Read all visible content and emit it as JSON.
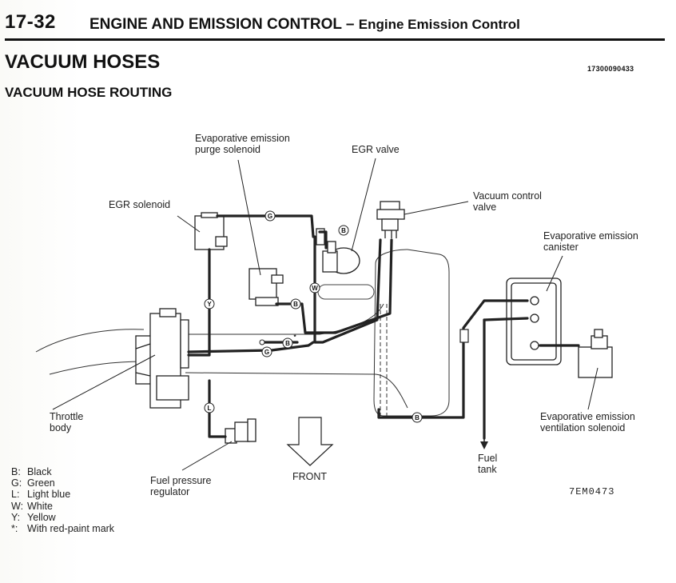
{
  "header": {
    "page_number": "17-32",
    "chapter": "ENGINE AND EMISSION CONTROL",
    "dash": "–",
    "subchapter": "Engine Emission Control"
  },
  "section": {
    "title": "VACUUM HOSES",
    "code": "17300090433",
    "subtitle": "VACUUM HOSE ROUTING"
  },
  "diagram": {
    "labels": {
      "purge_solenoid_1": "Evaporative  emission",
      "purge_solenoid_2": "purge solenoid",
      "egr_valve": "EGR valve",
      "egr_solenoid": "EGR solenoid",
      "vacuum_control_1": "Vacuum control",
      "vacuum_control_2": "valve",
      "canister_1": "Evaporative emission",
      "canister_2": "canister",
      "throttle_1": "Throttle",
      "throttle_2": "body",
      "fpr_1": "Fuel pressure",
      "fpr_2": "regulator",
      "front": "FRONT",
      "fuel_tank_1": "Fuel",
      "fuel_tank_2": "tank",
      "vent_solenoid_1": "Evaporative emission",
      "vent_solenoid_2": "ventilation solenoid",
      "figure_code": "7EM0473"
    },
    "hose_tags": {
      "g_top": "G",
      "b_egr": "B",
      "y_left": "Y",
      "w_mid": "W",
      "b_purge": "B",
      "b_star": "B",
      "star": "*",
      "g_bottom": "G",
      "l_fpr": "L",
      "b_canister": "B"
    }
  },
  "legend": [
    {
      "key": "B:",
      "value": "Black"
    },
    {
      "key": "G:",
      "value": "Green"
    },
    {
      "key": "L:",
      "value": "Light blue"
    },
    {
      "key": "W:",
      "value": "White"
    },
    {
      "key": "Y:",
      "value": "Yellow"
    },
    {
      "key": "*:",
      "value": "With red-paint mark"
    }
  ]
}
